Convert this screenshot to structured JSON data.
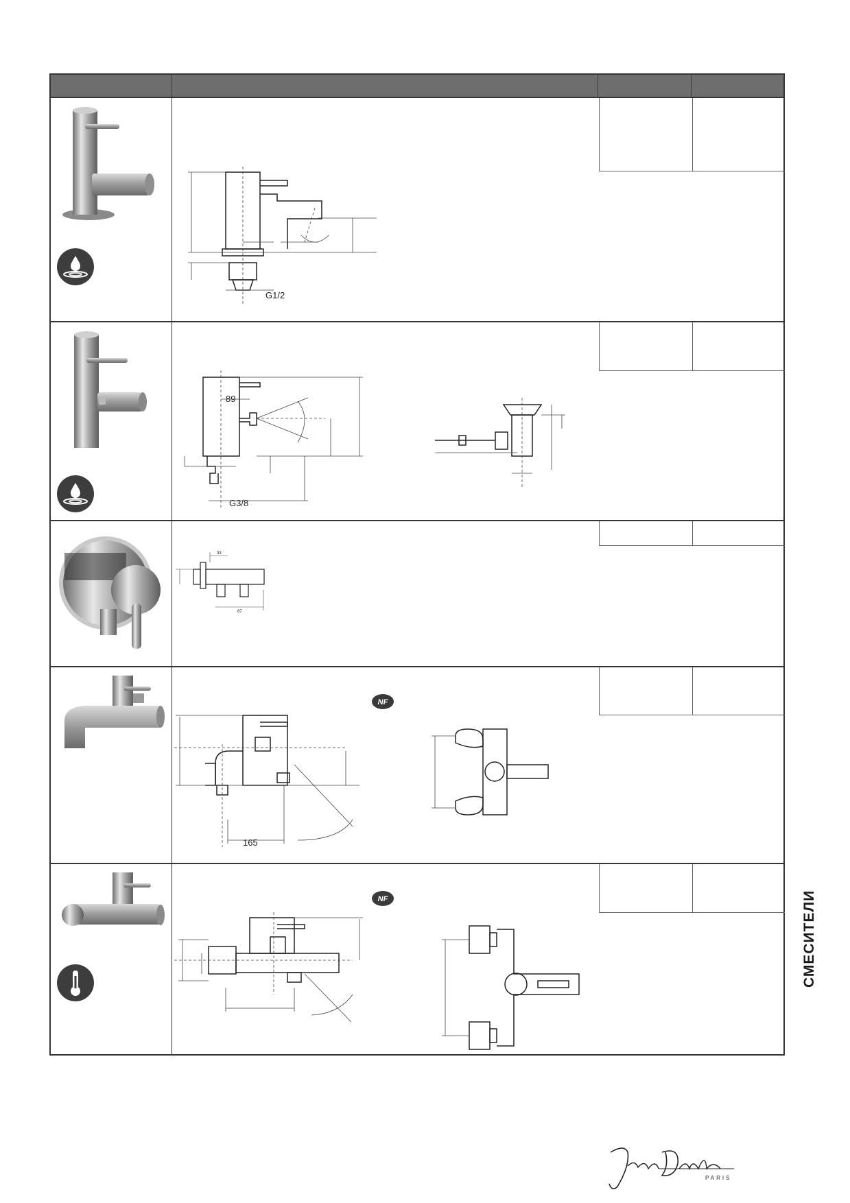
{
  "rows": [
    {
      "name": "basin-mixer",
      "dims": [
        "G1/2"
      ]
    },
    {
      "name": "bidet-mixer",
      "dims": [
        "89",
        "G3/8"
      ]
    },
    {
      "name": "wall-valve",
      "dims": [
        "33",
        "87"
      ]
    },
    {
      "name": "bath-mixer-deck",
      "badge": "NF",
      "dims": [
        "165"
      ]
    },
    {
      "name": "bath-mixer-wall",
      "badge": "NF"
    }
  ],
  "side_label": "СМЕСИТЕЛИ",
  "logo": {
    "brand": "Jacob Delafon",
    "city": "PARIS"
  }
}
